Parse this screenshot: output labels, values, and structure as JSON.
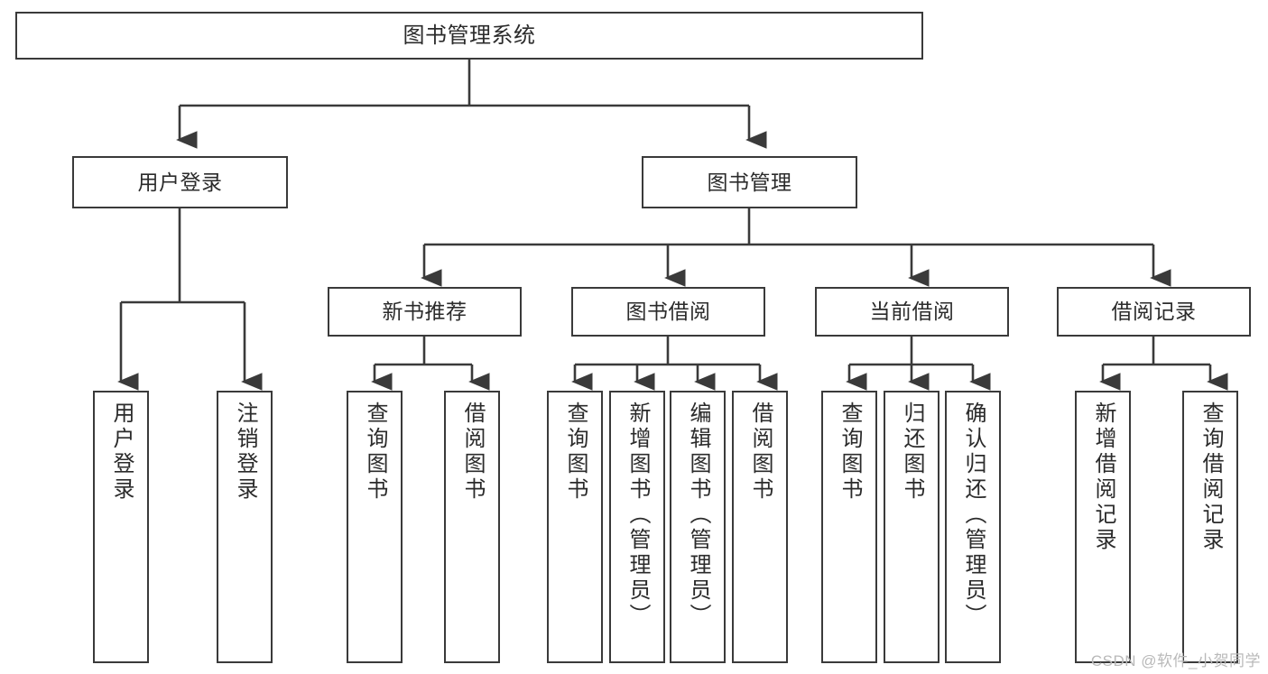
{
  "diagram": {
    "title": "图书管理系统",
    "type": "hierarchy-tree",
    "watermark": "CSDN @软件_小贺同学",
    "colors": {
      "background": "#ffffff",
      "box_border": "#3a3a3a",
      "box_fill": "#ffffff",
      "text": "#2b2b2b",
      "connector": "#3a3a3a",
      "watermark": "#b9b9b9"
    },
    "root": {
      "label": "图书管理系统"
    },
    "level1": [
      {
        "label": "用户登录"
      },
      {
        "label": "图书管理"
      }
    ],
    "level2": [
      {
        "label": "新书推荐"
      },
      {
        "label": "图书借阅"
      },
      {
        "label": "当前借阅"
      },
      {
        "label": "借阅记录"
      }
    ],
    "leaves": {
      "user_login": [
        {
          "label": "用户登录"
        },
        {
          "label": "注销登录"
        }
      ],
      "new_book_recommend": [
        {
          "label": "查询图书"
        },
        {
          "label": "借阅图书"
        }
      ],
      "book_borrow": [
        {
          "label": "查询图书"
        },
        {
          "label": "新增图书（管理员）"
        },
        {
          "label": "编辑图书（管理员）"
        },
        {
          "label": "借阅图书"
        }
      ],
      "current_borrow": [
        {
          "label": "查询图书"
        },
        {
          "label": "归还图书"
        },
        {
          "label": "确认归还（管理员）"
        }
      ],
      "borrow_record": [
        {
          "label": "新增借阅记录"
        },
        {
          "label": "查询借阅记录"
        }
      ]
    }
  }
}
